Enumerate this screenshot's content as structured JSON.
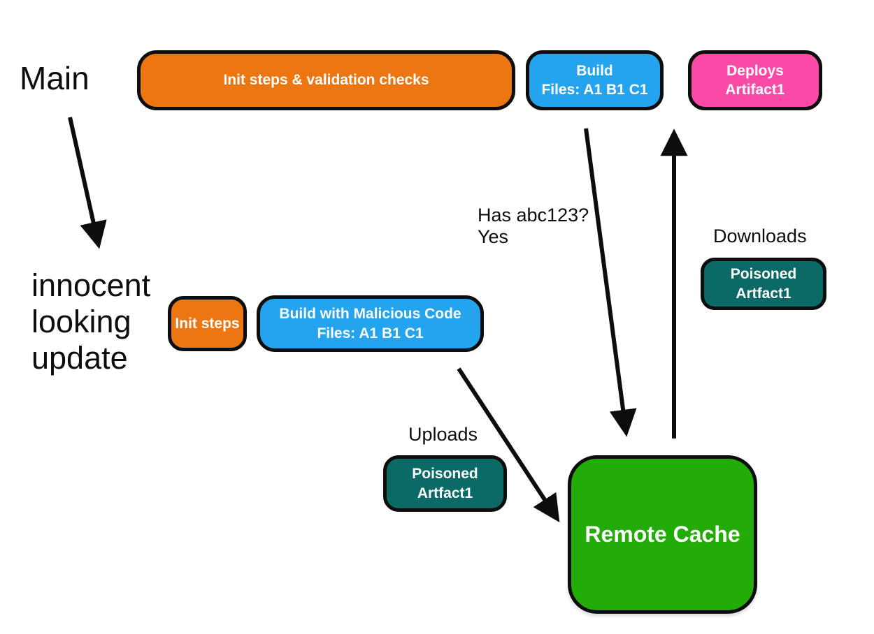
{
  "diagram": {
    "title_context": "CI build pipeline remote-cache poisoning diagram",
    "background_color": "#ffffff",
    "arrow_color": "#0d0d0d",
    "labels": {
      "main": "Main",
      "innocent_update": "innocent\nlooking\nupdate",
      "has_abc": "Has abc123?\nYes",
      "downloads": "Downloads",
      "uploads": "Uploads"
    },
    "nodes": {
      "init_validation": {
        "label": "Init steps & validation checks",
        "color": "#EC7612"
      },
      "build": {
        "line1": "Build",
        "line2": "Files: A1 B1 C1",
        "color": "#24A3EE"
      },
      "deploys": {
        "line1": "Deploys",
        "line2": "Artifact1",
        "color": "#FB49A8"
      },
      "init_steps": {
        "label": "Init steps",
        "color": "#EC7612"
      },
      "build_malicious": {
        "line1": "Build with Malicious Code",
        "line2": "Files: A1 B1 C1",
        "color": "#24A3EE"
      },
      "poisoned_downloads": {
        "line1": "Poisoned",
        "line2": "Artfact1",
        "color": "#0B6966"
      },
      "poisoned_uploads": {
        "line1": "Poisoned",
        "line2": "Artfact1",
        "color": "#0B6966"
      },
      "remote_cache": {
        "label": "Remote Cache",
        "color": "#23AC08"
      }
    },
    "arrows": [
      {
        "name": "main-to-innocent-update"
      },
      {
        "name": "build-to-remote-cache"
      },
      {
        "name": "remote-cache-to-deploys"
      },
      {
        "name": "malicious-build-to-remote-cache"
      }
    ]
  }
}
